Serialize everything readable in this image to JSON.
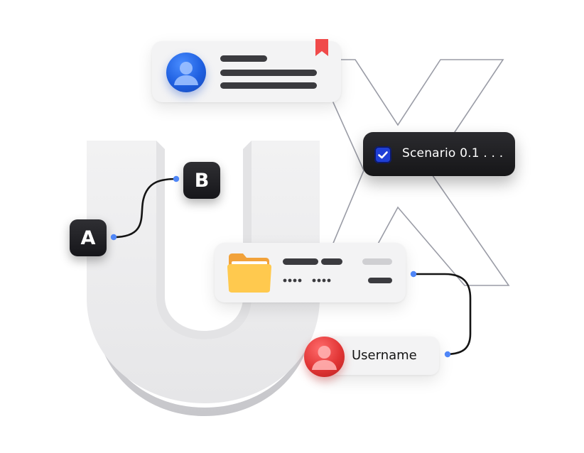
{
  "scenario": {
    "label": "Scenario 0.1 . . ."
  },
  "user": {
    "name": "Username"
  },
  "nodes": {
    "a_label": "A",
    "b_label": "B"
  },
  "icons": {
    "profile_avatar": "user-avatar-icon",
    "bookmark": "bookmark-icon",
    "checkbox": "checkbox-checked-icon",
    "folder": "folder-icon",
    "user_avatar": "user-avatar-icon"
  },
  "colors": {
    "accent_blue": "#1e5fe0",
    "avatar_red": "#e13535",
    "bookmark_red": "#f04a4a",
    "connector_dot": "#4f86f7",
    "dark": "#1c1c1f"
  }
}
